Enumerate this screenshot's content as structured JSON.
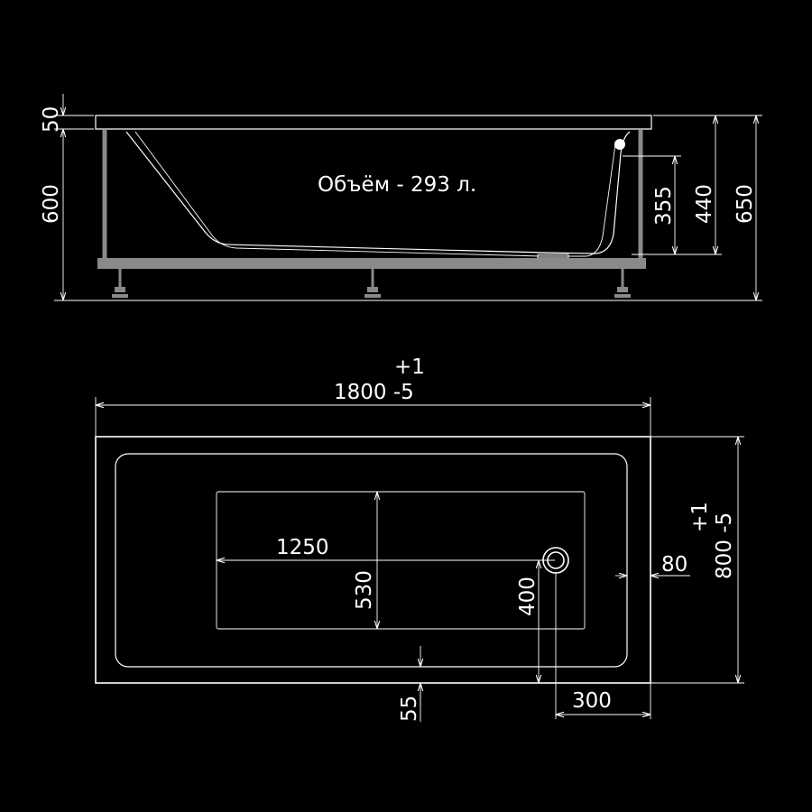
{
  "side_view": {
    "volume_label": "Объём - 293 л.",
    "dim_rim": "50",
    "dim_body": "600",
    "dim_drain_height": "355",
    "dim_mid_height": "440",
    "dim_total_height": "650"
  },
  "top_view": {
    "length_tolerance_plus": "+1",
    "length_dim": "1800  -5",
    "width_tolerance_plus": "+1",
    "width_dim": "800 -5",
    "bottom_length": "1250",
    "bottom_width": "530",
    "drain_offset_y": "400",
    "drain_offset_edge": "80",
    "drain_offset_x": "300",
    "rim_offset": "55"
  },
  "colors": {
    "background": "#000000",
    "lines": "#ffffff",
    "frame": "#8a8a8a"
  }
}
